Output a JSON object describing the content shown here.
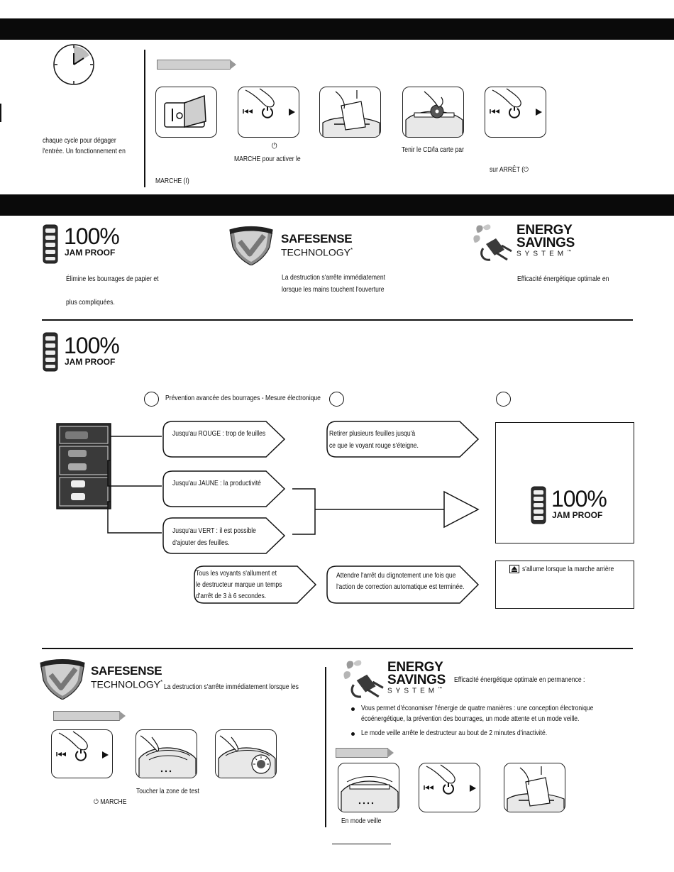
{
  "step_text": {
    "cycle_line1": "chaque cycle pour dégager",
    "cycle_line2": "l'entrée. Un fonctionnement en",
    "marche_i": "MARCHE (I)",
    "power_symbol": "⏻",
    "marche_activer": "MARCHE pour activer le",
    "tenir_cd": "Tenir le CD/la carte par",
    "sur_arret": "sur ARRÊT (⏻"
  },
  "features": {
    "jam_proof": {
      "percent": "100%",
      "label": "JAM PROOF",
      "desc_line1": "Élimine les bourrages de papier et",
      "desc_line2": "plus compliquées."
    },
    "safesense": {
      "name": "SAFESENSE",
      "tech": "TECHNOLOGY",
      "reg": "*",
      "desc_line1": "La destruction s'arrête immédiatement",
      "desc_line2": "lorsque les mains touchent l'ouverture"
    },
    "energy": {
      "name1": "ENERGY",
      "name2": "SAVINGS",
      "name3": "SYSTEM",
      "tm": "™",
      "desc": "Efficacité énergétique optimale en"
    }
  },
  "jam_section": {
    "percent": "100%",
    "label": "JAM PROOF",
    "step_a_title": "Prévention avancée des bourrages - Mesure électronique",
    "callouts": {
      "red": "Jusqu'au ROUGE : trop de feuilles",
      "yellow": "Jusqu'au JAUNE : la productivité",
      "green_line1": "Jusqu'au VERT : il est possible",
      "green_line2": "d'ajouter des feuilles.",
      "remove_line1": "Retirer plusieurs feuilles jusqu'à",
      "remove_line2": "ce que le voyant rouge s'éteigne.",
      "all_line1": "Tous les voyants s'allument et",
      "all_line2": "le destructeur marque un temps",
      "all_line3": "d'arrêt de 3 à 6 secondes.",
      "wait_line1": "Attendre l'arrêt du clignotement une fois que",
      "wait_line2": "l'action de correction automatique est terminée.",
      "reverse": "s'allume lorsque la marche arrière"
    },
    "result": {
      "percent": "100%",
      "label": "JAM PROOF"
    }
  },
  "bottom": {
    "safesense": {
      "name": "SAFESENSE",
      "tech": "TECHNOLOGY",
      "reg": "*",
      "desc": "La destruction s'arrête immédiatement lorsque les",
      "touch_test": "Toucher la zone de test",
      "marche": "⏻ MARCHE"
    },
    "energy": {
      "name1": "ENERGY",
      "name2": "SAVINGS",
      "name3": "SYSTEM",
      "tm": "™",
      "intro": "Efficacité énergétique optimale en permanence :",
      "bullet1_line1": "Vous permet d'économiser l'énergie de quatre manières : une conception électronique",
      "bullet1_line2": "écoénergétique, la prévention des bourrages, un mode attente et un mode veille.",
      "bullet2": "Le mode veille arrête le destructeur au bout de 2 minutes d'inactivité.",
      "sleep_mode": "En mode veille"
    }
  },
  "colors": {
    "bar": "#0a0a0a",
    "tag_fill": "#cfcfcf",
    "meter_dark": "#2c2c2c",
    "meter_gray": "#9a9a9a"
  }
}
